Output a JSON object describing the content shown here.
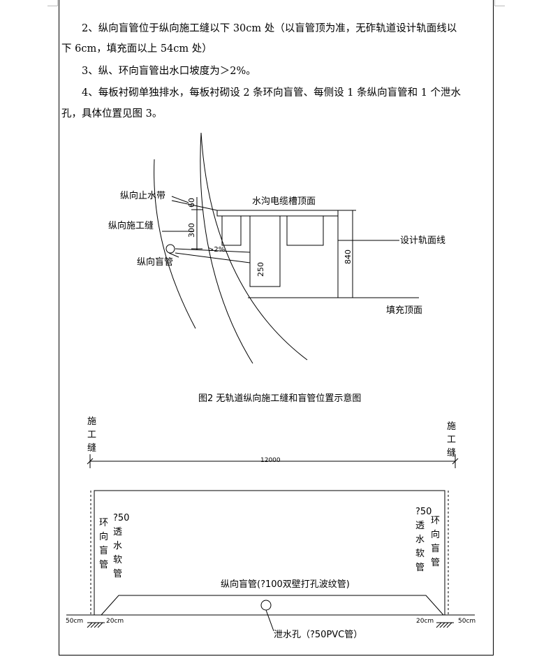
{
  "paragraphs": {
    "p2_line1": "　　2、纵向盲管位于纵向施工缝以下 30cm 处（以盲管顶为准，无砟轨道设计轨面线以",
    "p2_line2": "下 6cm，填充面以上 54cm 处）",
    "p3": "　　3、纵、环向盲管出水口坡度为＞2%。",
    "p4_line1": "　　4、每板衬砌单独排水，每板衬砌设 2 条环向盲管、每侧设 1 条纵向盲管和 1 个泄水",
    "p4_line2": "孔，具体位置见图 3。"
  },
  "figure2": {
    "label_zhixiang_zhishuidai": "纵向止水带",
    "label_zhixiang_shigongfeng": "纵向施工缝",
    "label_zhixiang_mangguan": "纵向盲管",
    "label_ditch_top": "水沟电缆槽顶面",
    "label_rail_line": "设计轨面线",
    "label_fill_top": "填充顶面",
    "dim_60": "60",
    "dim_300": "300",
    "dim_250": "250",
    "dim_840": "840",
    "slope": ">2%",
    "caption": "图2 无轨道纵向施工缝和盲管位置示意图"
  },
  "figure3": {
    "joint_left": [
      "施",
      "工",
      "缝"
    ],
    "joint_right": [
      "施",
      "工",
      "缝"
    ],
    "length": "12000",
    "left_pipe_name": [
      "环",
      "向",
      "盲",
      "管"
    ],
    "left_pipe_spec": [
      "?50",
      "透",
      "水",
      "软",
      "管"
    ],
    "right_pipe_name": [
      "环",
      "向",
      "盲",
      "管"
    ],
    "right_pipe_spec": [
      "?50",
      "透",
      "水",
      "软",
      "管"
    ],
    "long_pipe": "纵向盲管(?100双壁打孔波纹管)",
    "drain_hole": "泄水孔（?50PVC管）",
    "dim_50_left": "50cm",
    "dim_20_left": "20cm",
    "dim_20_right": "20cm",
    "dim_50_right": "50cm"
  }
}
